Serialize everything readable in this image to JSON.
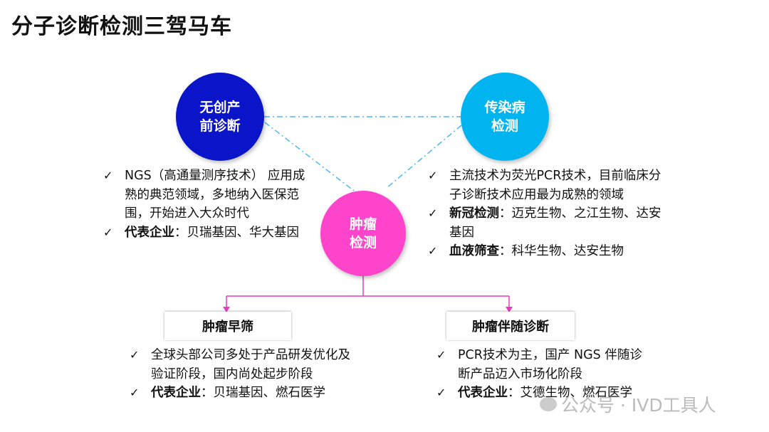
{
  "title": "分子诊断检测三驾马车",
  "colors": {
    "blue": "#0A14C8",
    "cyan": "#00B4F0",
    "pink": "#FF44CC",
    "dash": "#4FB8F0"
  },
  "circles": {
    "noninvasive": {
      "line1": "无创产",
      "line2": "前诊断"
    },
    "infectious": {
      "line1": "传染病",
      "line2": "检测"
    },
    "tumor": {
      "line1": "肿瘤",
      "line2": "检测"
    }
  },
  "noninvasive_list": [
    {
      "bold": "",
      "text": "NGS（高通量测序技术） 应用成熟的典范领域，多地纳入医保范围，开始进入大众时代"
    },
    {
      "bold": "代表企业",
      "text": "：贝瑞基因、华大基因"
    }
  ],
  "infectious_list": [
    {
      "bold": "",
      "text": "主流技术为荧光PCR技术，目前临床分子诊断技术应用最为成熟的领域"
    },
    {
      "bold": "新冠检测",
      "text": "：迈克生物、之江生物、达安基因"
    },
    {
      "bold": "血液筛查",
      "text": "：科华生物、达安生物"
    }
  ],
  "boxes": {
    "early": "肿瘤早筛",
    "companion": "肿瘤伴随诊断"
  },
  "early_list": [
    {
      "bold": "",
      "text": "全球头部公司多处于产品研发优化及验证阶段，国内尚处起步阶段"
    },
    {
      "bold": "代表企业",
      "text": "：贝瑞基因、燃石医学"
    }
  ],
  "companion_list": [
    {
      "bold": "",
      "text": "PCR技术为主，国产 NGS 伴随诊断产品迈入市场化阶段"
    },
    {
      "bold": "代表企业",
      "text": "：艾德生物、燃石医学"
    }
  ],
  "check": "✓",
  "watermark": "公众号 · IVD工具人"
}
